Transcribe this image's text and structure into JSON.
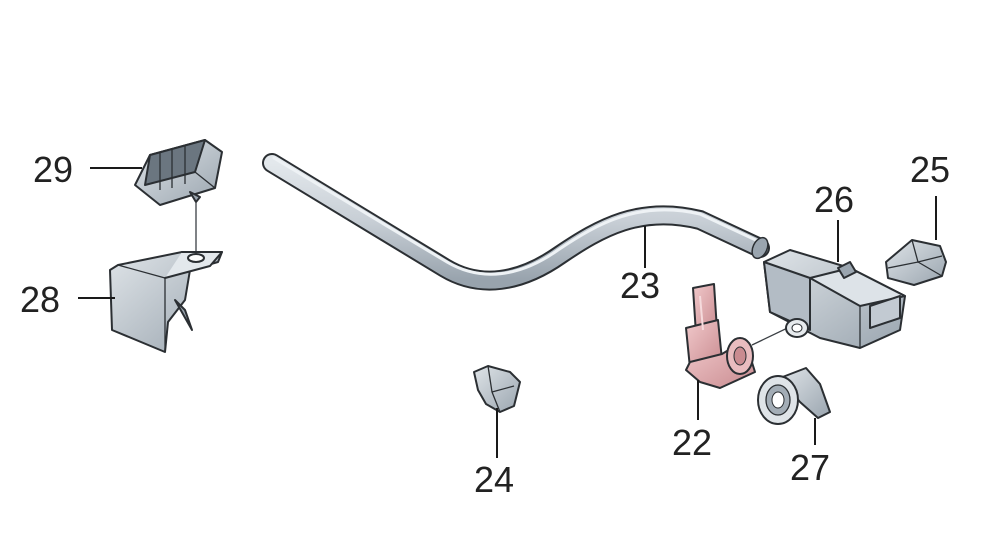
{
  "labels": {
    "p22": "22",
    "p23": "23",
    "p24": "24",
    "p25": "25",
    "p26": "26",
    "p27": "27",
    "p28": "28",
    "p29": "29"
  },
  "colors": {
    "part_fill": "#c9d0d7",
    "part_shade": "#98a3ad",
    "highlight_fill": "#e4b0b3",
    "highlight_shade": "#c98b90",
    "line": "#2b2f33",
    "text": "#222222"
  }
}
